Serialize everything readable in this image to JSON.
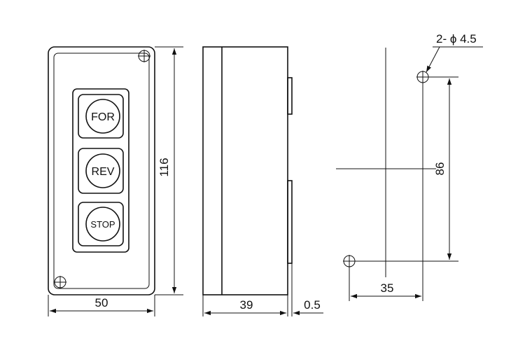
{
  "front_view": {
    "buttons": [
      {
        "label": "FOR"
      },
      {
        "label": "REV"
      },
      {
        "label": "STOP"
      }
    ],
    "width_dim": "50",
    "height_dim": "116"
  },
  "side_view": {
    "depth_dim": "39",
    "offset_dim": "0.5"
  },
  "mounting_view": {
    "hole_note": "2- ϕ 4.5",
    "hole_spacing_v": "86",
    "hole_spacing_h": "35"
  }
}
